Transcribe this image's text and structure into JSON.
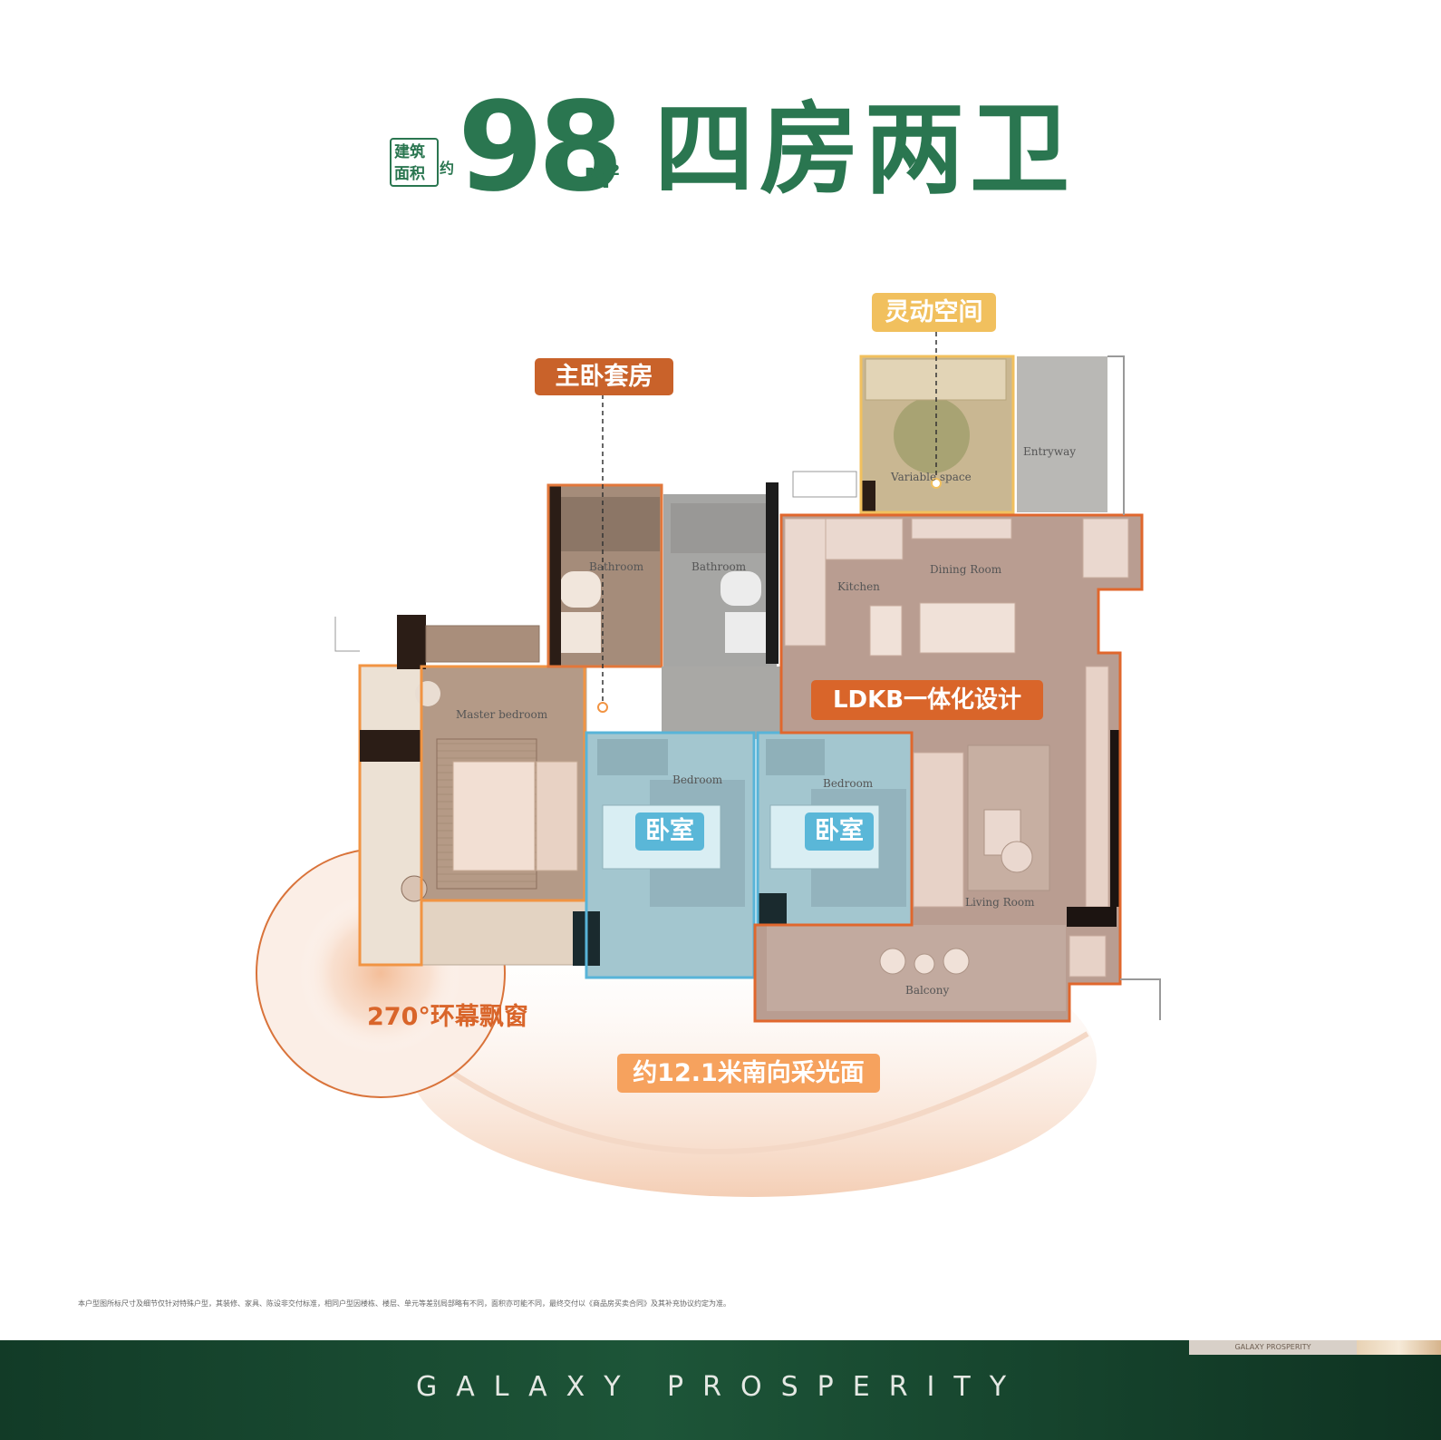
{
  "header": {
    "area_label_line1": "建筑",
    "area_label_line2": "面积",
    "area_approx": "约",
    "area_value": "98",
    "area_unit": "M",
    "area_unit_sup": "2",
    "layout_title": "四房两卫"
  },
  "callouts": {
    "flex_space": "灵动空间",
    "master_suite": "主卧套房",
    "ldkb": "LDKB一体化设计",
    "bedroom_a": "卧室",
    "bedroom_b": "卧室",
    "bay_window": "270°环幕飘窗",
    "sunlight": "约12.1米南向采光面"
  },
  "rooms": {
    "entryway": "Entryway",
    "variable_space": "Variable space",
    "bathroom_1": "Bathroom",
    "bathroom_2": "Bathroom",
    "kitchen": "Kitchen",
    "dining_room": "Dining Room",
    "master_bedroom": "Master bedroom",
    "bedroom_1": "Bedroom",
    "bedroom_2": "Bedroom",
    "living_room": "Living Room",
    "balcony": "Balcony"
  },
  "footer": {
    "disclaimer": "本户型图所标尺寸及细节仅针对特殊户型，其装修、家具、陈设非交付标准，相同户型因楼栋、楼层、单元等差别局部略有不同，面积亦可能不同，最终交付以《商品房买卖合同》及其补充协议约定为准。",
    "brand_chip": "GALAXY PROSPERITY",
    "brand": "GALAXY PROSPERITY"
  },
  "colors": {
    "green": "#2a7650",
    "orange": "#c9622a",
    "yellow": "#f1c05e",
    "blue": "#5ab7d8",
    "peach": "#f6a25e"
  }
}
